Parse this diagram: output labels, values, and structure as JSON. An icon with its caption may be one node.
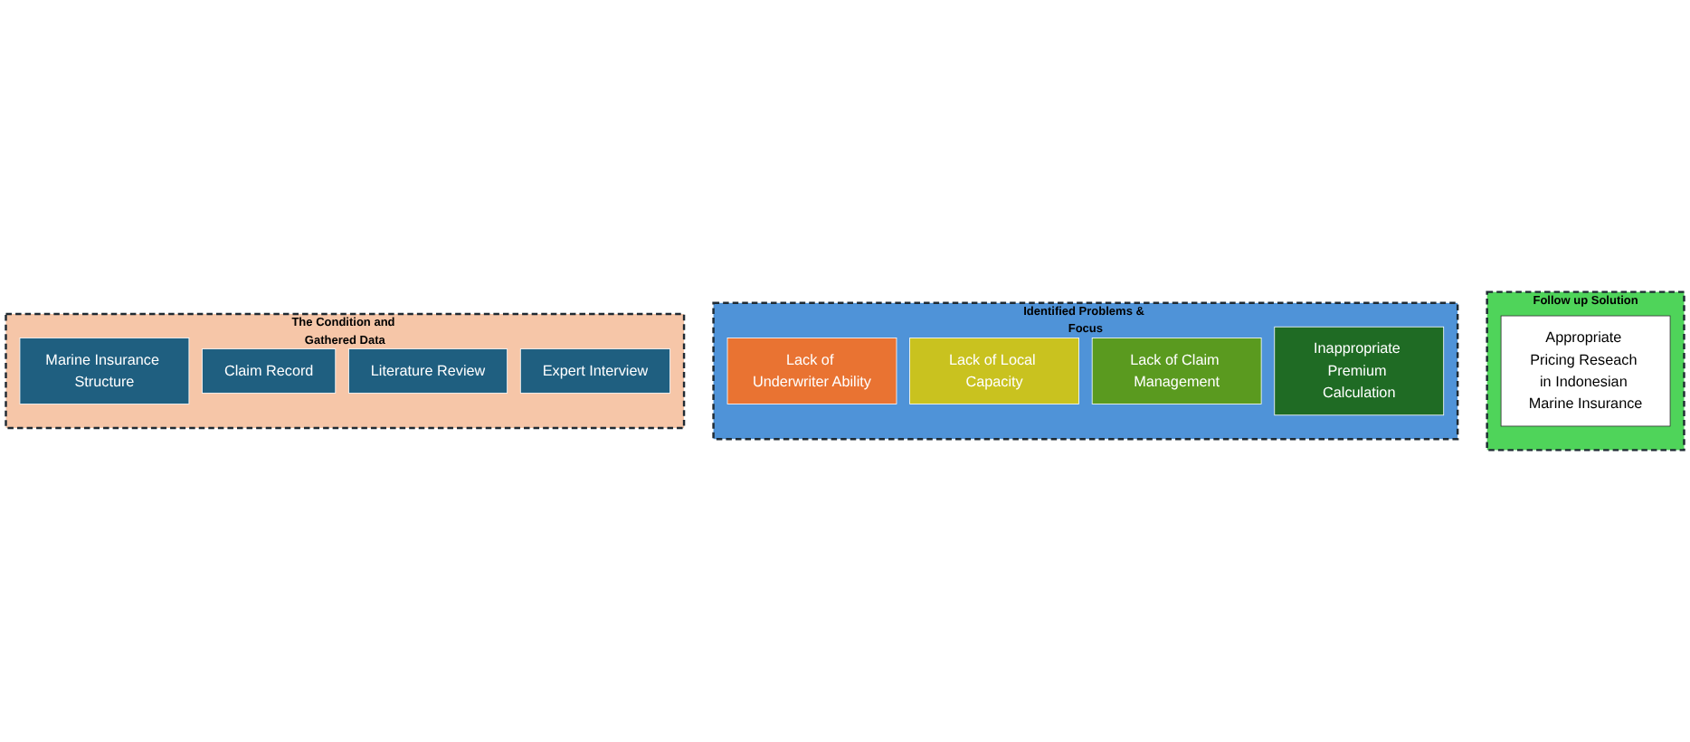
{
  "diagram": {
    "nodes": [
      {
        "text": [
          "The Condition and Gathered Data"
        ]
      },
      {
        "text": [
          "Marine Insurance Structure"
        ],
        "in": 0
      },
      {
        "text": [
          "Claim Record"
        ],
        "in": 0
      },
      {
        "text": [
          "Literature Review"
        ],
        "in": 0
      },
      {
        "text": [
          "Expert Interview"
        ],
        "in": 0
      },
      {
        "text": [
          "Identified Problems & Focus"
        ]
      },
      {
        "text": [
          "Lack of Underwriter Ability"
        ],
        "in": 5
      },
      {
        "text": [
          "Lack of Local Capacity"
        ],
        "in": 5
      },
      {
        "text": [
          "Lack of Claim Management"
        ],
        "in": 5
      },
      {
        "text": [
          "Inappropriate Premium Calculation"
        ],
        "in": 5
      },
      {
        "text": [
          "Follow up Solution"
        ]
      },
      {
        "text": [
          "Appropriate Pricing Reseach in Indonesian Marine Insurance"
        ],
        "in": 10
      }
    ],
    "edges": []
  }
}
